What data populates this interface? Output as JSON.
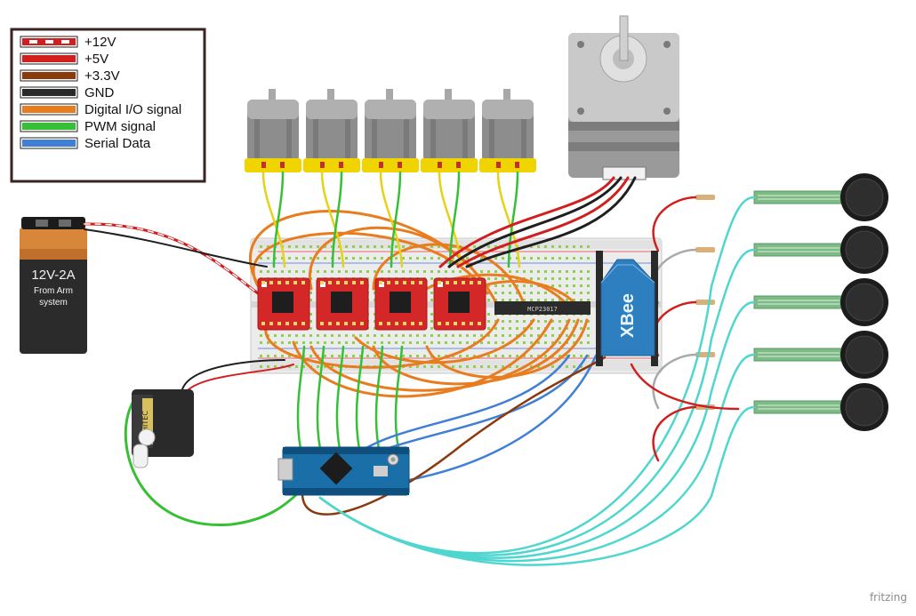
{
  "legend": {
    "items": [
      {
        "label": "+12V",
        "color": "#d11f1f",
        "pattern": "dashed"
      },
      {
        "label": "+5V",
        "color": "#d11f1f",
        "pattern": "solid"
      },
      {
        "label": "+3.3V",
        "color": "#8b3a0e",
        "pattern": "solid"
      },
      {
        "label": "GND",
        "color": "#2a2a2a",
        "pattern": "solid"
      },
      {
        "label": "Digital I/O signal",
        "color": "#e87c1e",
        "pattern": "solid"
      },
      {
        "label": "PWM signal",
        "color": "#35c035",
        "pattern": "solid"
      },
      {
        "label": "Serial Data",
        "color": "#3f7fd6",
        "pattern": "solid"
      }
    ]
  },
  "battery": {
    "voltage_label": "12V-2A",
    "source_line1": "From Arm",
    "source_line2": "system"
  },
  "chip": {
    "label": "MCP23017"
  },
  "xbee": {
    "label": "XBee"
  },
  "servo": {
    "label": "HITEC"
  },
  "footer": {
    "brand": "fritzing"
  },
  "components": {
    "dc_motor_count": 5,
    "motor_driver_count": 4,
    "force_sensor_count": 5
  },
  "colors": {
    "wire_12v": "#d11f1f",
    "wire_5v": "#d11f1f",
    "wire_3v3": "#8b3a0e",
    "wire_gnd": "#1f1f1f",
    "wire_digital": "#e87c1e",
    "wire_pwm": "#35c035",
    "wire_serial": "#3f7fd6",
    "wire_yellow": "#e5d21a",
    "wire_cyan": "#4fd6cf",
    "wire_grey": "#a9a9a9",
    "driver_board": "#d42828",
    "breadboard": "#ececec",
    "arduino": "#1a6fa8",
    "xbee_board": "#2e7fc0",
    "battery_top": "#d8873a",
    "battery_body": "#2b2b2b",
    "motor_body": "#8d8d8d",
    "motor_yellow": "#f0d400"
  }
}
